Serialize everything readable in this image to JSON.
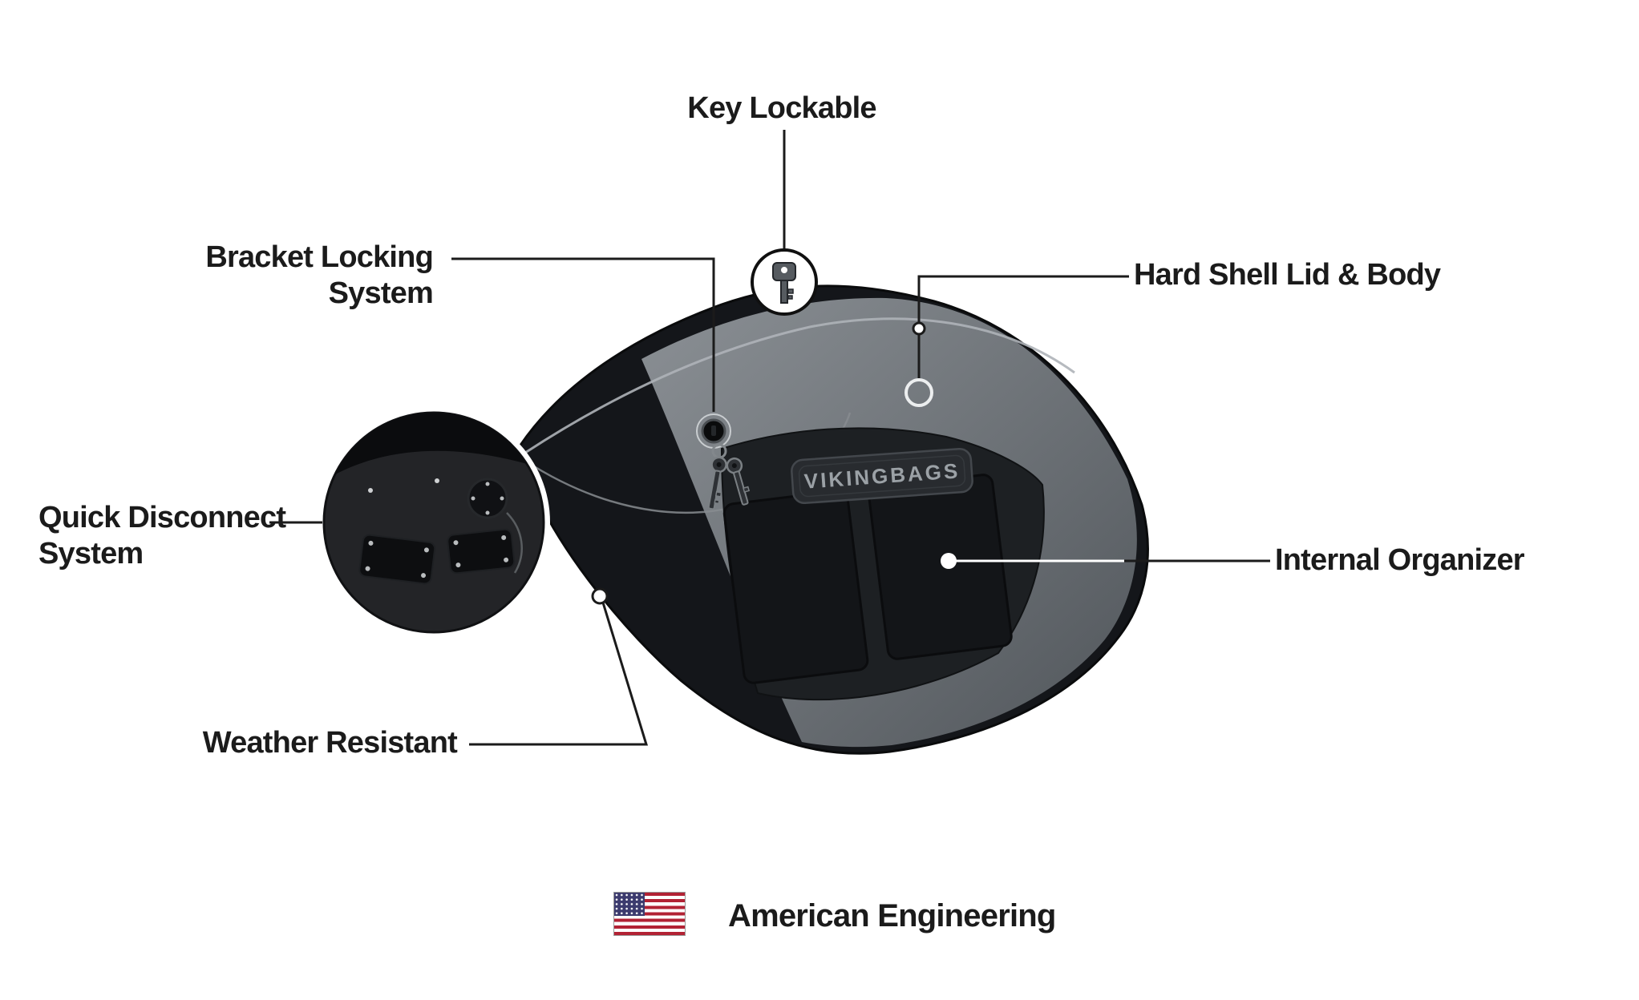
{
  "diagram": {
    "labels": {
      "key_lockable": "Key Lockable",
      "bracket_locking_system": "Bracket Locking System",
      "hard_shell_lid_body": "Hard Shell Lid & Body",
      "quick_disconnect_system": "Quick Disconnect\nSystem",
      "internal_organizer": "Internal Organizer",
      "weather_resistant": "Weather Resistant"
    },
    "footer": {
      "american_engineering": "American Engineering"
    },
    "product": {
      "brand_plate_text": "VIKINGBAGS"
    },
    "colors": {
      "background": "#ffffff",
      "label_text": "#1b1b1b",
      "callout_line": "#1b1b1b",
      "bag_body_black": "#14161a",
      "bag_lid_gray_light": "#8b9095",
      "bag_lid_gray_dark": "#51565b",
      "recess_dark": "#1d2023",
      "pocket_dark": "#131518",
      "plate_fill": "#282b2f",
      "plate_text": "#9ba1a6",
      "flag_red": "#B22234",
      "flag_blue": "#3C3B6E",
      "flag_white": "#ffffff"
    }
  }
}
